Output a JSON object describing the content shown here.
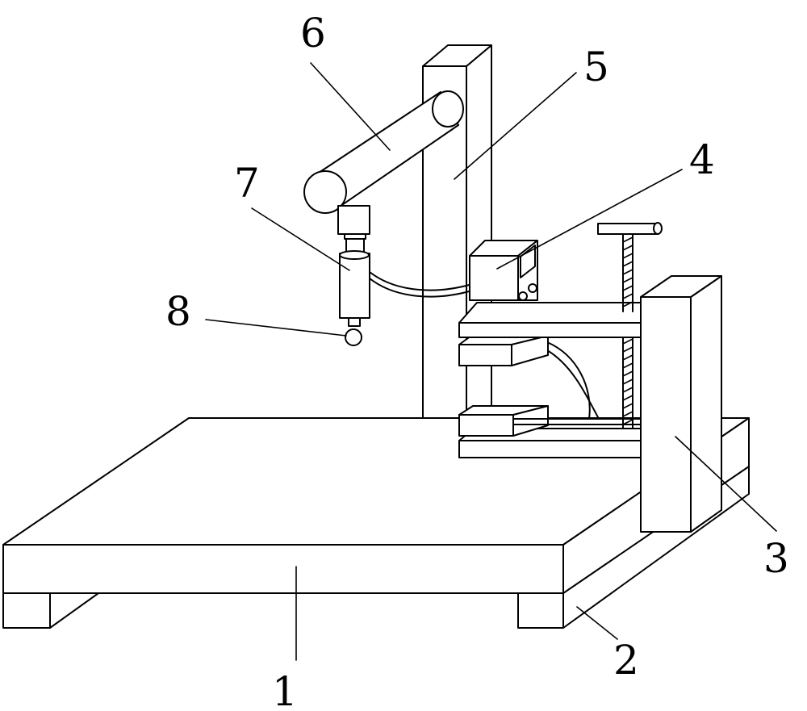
{
  "figure": {
    "labels": {
      "base_plate": "1",
      "support_foot": "2",
      "clamp_column": "3",
      "control_box": "4",
      "upright_column": "5",
      "horizontal_arm": "6",
      "probe_holder": "7",
      "probe_tip": "8"
    }
  }
}
